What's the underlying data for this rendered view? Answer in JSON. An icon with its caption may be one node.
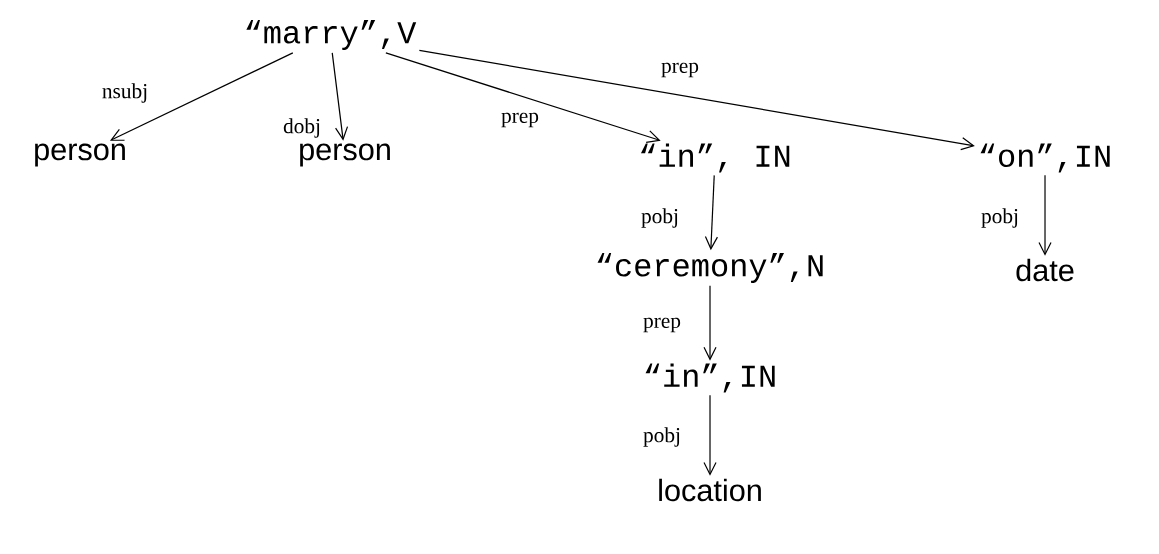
{
  "diagram": {
    "nodes": [
      {
        "text": [
          "“marry”,V"
        ]
      },
      {
        "text": [
          "person"
        ]
      },
      {
        "text": [
          "person"
        ]
      },
      {
        "text": [
          "“in”, IN"
        ]
      },
      {
        "text": [
          "“on”,IN"
        ]
      },
      {
        "text": [
          "“ceremony”,N"
        ]
      },
      {
        "text": [
          "date"
        ]
      },
      {
        "text": [
          "“in”,IN"
        ]
      },
      {
        "text": [
          "location"
        ]
      }
    ],
    "edges": [
      {
        "from": 0,
        "to": 1,
        "arrow": "to",
        "label": "nsubj"
      },
      {
        "from": 0,
        "to": 2,
        "arrow": "to",
        "label": "dobj"
      },
      {
        "from": 0,
        "to": 3,
        "arrow": "to",
        "label": "prep"
      },
      {
        "from": 0,
        "to": 4,
        "arrow": "to",
        "label": "prep"
      },
      {
        "from": 3,
        "to": 5,
        "arrow": "to",
        "label": "pobj"
      },
      {
        "from": 4,
        "to": 6,
        "arrow": "to",
        "label": "pobj"
      },
      {
        "from": 5,
        "to": 7,
        "arrow": "to",
        "label": "prep"
      },
      {
        "from": 7,
        "to": 8,
        "arrow": "to",
        "label": "pobj"
      }
    ]
  }
}
